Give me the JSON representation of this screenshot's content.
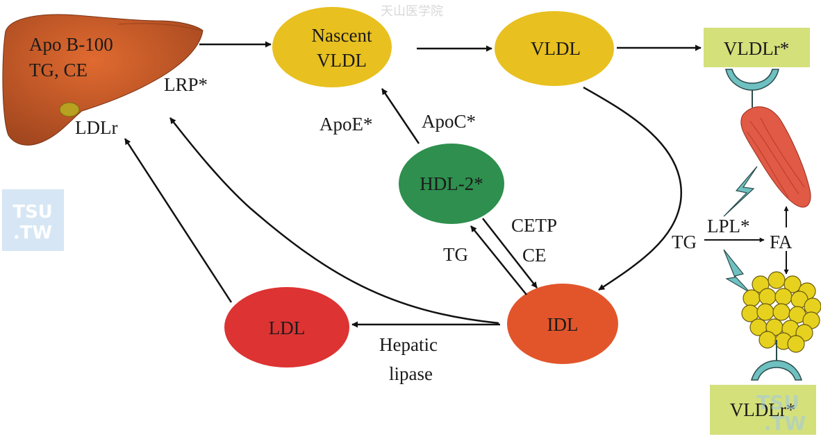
{
  "watermark": {
    "top_text": "天山医学院",
    "logo_line1": "TSU",
    "logo_line2": ".TW"
  },
  "liver": {
    "line1": "Apo B-100",
    "line2": "TG, CE"
  },
  "nodes": {
    "nascent_vldl": {
      "line1": "Nascent",
      "line2": "VLDL"
    },
    "vldl": "VLDL",
    "hdl2": "HDL-2*",
    "idl": "IDL",
    "ldl": "LDL"
  },
  "receptors": {
    "top": "VLDLr*",
    "bottom": "VLDLr*"
  },
  "labels": {
    "lrp": "LRP*",
    "ldlr": "LDLr",
    "apoe": "ApoE*",
    "apoc": "ApoC*",
    "cetp": "CETP",
    "ce": "CE",
    "tg_transfer": "TG",
    "hepatic": "Hepatic",
    "lipase": "lipase",
    "tg_peripheral": "TG",
    "lpl": "LPL*",
    "fa": "FA"
  },
  "colors": {
    "liver": "#b8552a",
    "gold": "#e8c020",
    "green": "#2e8f4e",
    "orange": "#e2552b",
    "red": "#dd3333",
    "receptor_box": "#d4e07a",
    "receptor_shape": "#6fc0c0",
    "muscle": "#e05a45",
    "adipose": "#e6d21e",
    "watermark": "#cfe2f3"
  }
}
